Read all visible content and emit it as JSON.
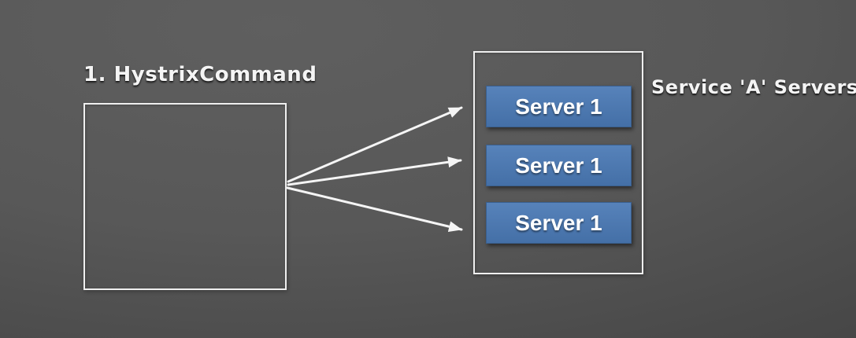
{
  "title": {
    "label": "1. HystrixCommand"
  },
  "service_group": {
    "label": "Service 'A' Servers",
    "servers": [
      {
        "label": "Server 1"
      },
      {
        "label": "Server 1"
      },
      {
        "label": "Server 1"
      }
    ]
  },
  "colors": {
    "background_center": "#5f5f5f",
    "background_edge": "#3d3d3d",
    "outline": "#efefef",
    "server_fill": "#4a79b5",
    "server_border": "#3a5f8e",
    "server_text": "#ffffff",
    "label_text": "#f4f4f4",
    "arrow": "#f5f5f5"
  }
}
